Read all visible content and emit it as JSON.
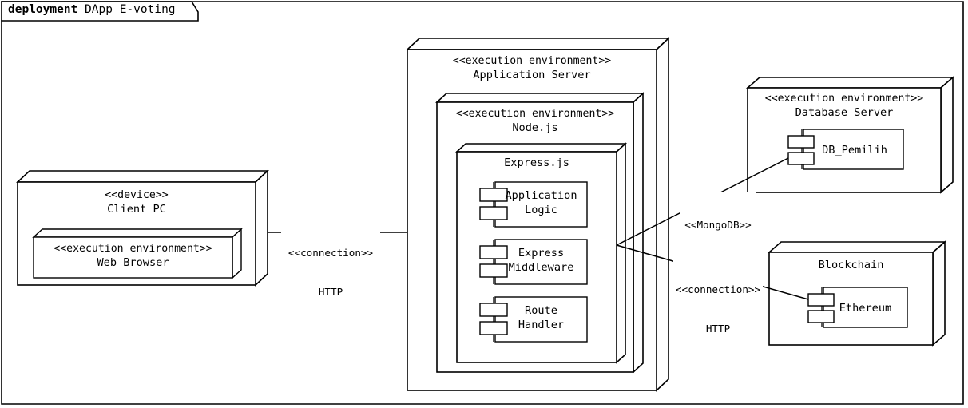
{
  "diagram": {
    "kind": "uml-deployment-diagram",
    "frame": {
      "keyword": "deployment",
      "name": "DApp E-voting"
    },
    "stereotypes": {
      "device": "<<device>>",
      "execution_environment": "<<execution environment>>"
    },
    "nodes": {
      "client_pc": {
        "stereotype": "<<device>>",
        "name": "Client PC",
        "inner": {
          "stereotype": "<<execution environment>>",
          "name": "Web Browser"
        }
      },
      "application_server": {
        "stereotype": "<<execution environment>>",
        "name": "Application Server",
        "nodejs": {
          "stereotype": "<<execution environment>>",
          "name": "Node.js",
          "expressjs": {
            "name": "Express.js",
            "artifacts": [
              {
                "name": "Application\nLogic"
              },
              {
                "name": "Express\nMiddleware"
              },
              {
                "name": "Route\nHandler"
              }
            ]
          }
        }
      },
      "database_server": {
        "stereotype": "<<execution environment>>",
        "name": "Database Server",
        "artifact": {
          "name": "DB_Pemilih"
        }
      },
      "blockchain": {
        "stereotype": "",
        "name": "Blockchain",
        "artifact": {
          "name": "Ethereum"
        }
      }
    },
    "connections": [
      {
        "id": "client-to-appserver",
        "stereotype": "<<connection>>",
        "protocol": "HTTP"
      },
      {
        "id": "appserver-to-database",
        "stereotype": "<<MongoDB>>",
        "protocol": ""
      },
      {
        "id": "appserver-to-blockchain",
        "stereotype": "<<connection>>",
        "protocol": "HTTP"
      }
    ],
    "colors": {
      "stroke": "#000000",
      "background": "#ffffff"
    }
  }
}
